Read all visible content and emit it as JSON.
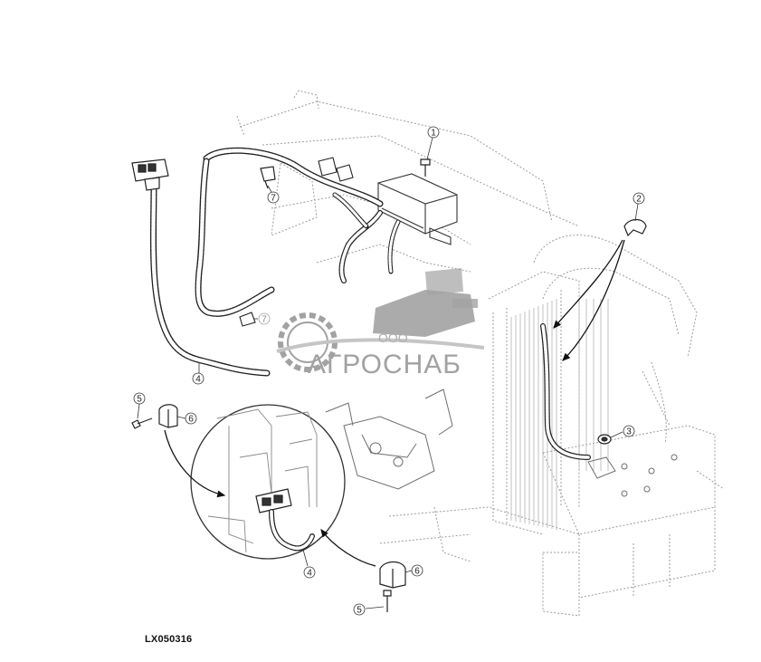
{
  "figure_id": "LX050316",
  "callouts": [
    {
      "key": "c1",
      "label": "1"
    },
    {
      "key": "c2",
      "label": "2"
    },
    {
      "key": "c3",
      "label": "3"
    },
    {
      "key": "c4a",
      "label": "4"
    },
    {
      "key": "c4b",
      "label": "4"
    },
    {
      "key": "c5a",
      "label": "5"
    },
    {
      "key": "c5b",
      "label": "5"
    },
    {
      "key": "c6a",
      "label": "6"
    },
    {
      "key": "c6b",
      "label": "6"
    },
    {
      "key": "c7a",
      "label": "7"
    },
    {
      "key": "c7b",
      "label": "7"
    }
  ],
  "watermark": {
    "company_prefix": "ООО",
    "company_name": "АГРОСНАБ",
    "colors": {
      "logo": "#8e8e8e",
      "line": "#b9b9b9"
    }
  }
}
